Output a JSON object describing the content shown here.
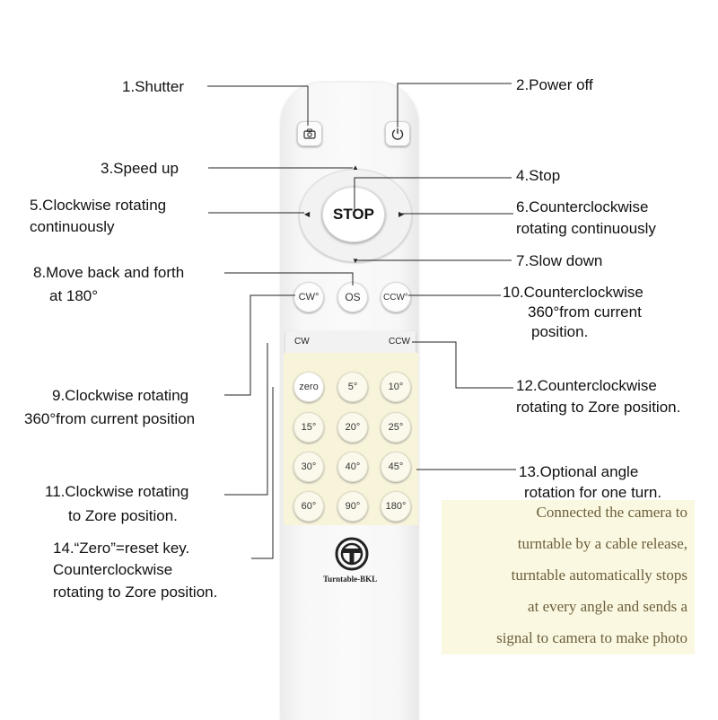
{
  "labels": {
    "l1": "1.Shutter",
    "l2": "2.Power off",
    "l3": "3.Speed up",
    "l4": "4.Stop",
    "l5a": "5.Clockwise rotating",
    "l5b": "continuously",
    "l6a": "6.Counterclockwise",
    "l6b": "rotating continuously",
    "l7": "7.Slow down",
    "l8a": "8.Move back and forth",
    "l8b": "at 180°",
    "l9a": "9.Clockwise rotating",
    "l9b": "360°from current position",
    "l10a": "10.Counterclockwise",
    "l10b": "360°from current",
    "l10c": "position.",
    "l11a": "11.Clockwise rotating",
    "l11b": "to Zore position.",
    "l12a": "12.Counterclockwise",
    "l12b": "rotating to Zore position.",
    "l13a": "13.Optional angle",
    "l13b": "rotation for one turn.",
    "l14a": "14.“Zero”=reset key.",
    "l14b": "Counterclockwise",
    "l14c": "rotating to Zore position."
  },
  "remote": {
    "stop": "STOP",
    "cw": "CW°",
    "os": "OS",
    "ccw": "CCW°",
    "bar_cw": "CW",
    "bar_ccw": "CCW",
    "zero": "zero",
    "angles": [
      "5°",
      "10°",
      "15°",
      "20°",
      "25°",
      "30°",
      "40°",
      "45°",
      "60°",
      "90°",
      "180°"
    ],
    "brand": "Turntable-BKL"
  },
  "note": [
    "Connected the camera to",
    "turntable by a cable release,",
    "turntable automatically stops",
    "at every angle and sends a",
    "signal to camera to make photo"
  ],
  "icons": [
    "camera-icon",
    "power-icon",
    "arrow-up-icon",
    "arrow-down-icon",
    "arrow-left-icon",
    "arrow-right-icon",
    "brand-logo-icon"
  ],
  "colors": {
    "note_bg": "#fbf8e1",
    "keypad_bg": "#f8f4da",
    "note_text": "#6b5f3d"
  }
}
